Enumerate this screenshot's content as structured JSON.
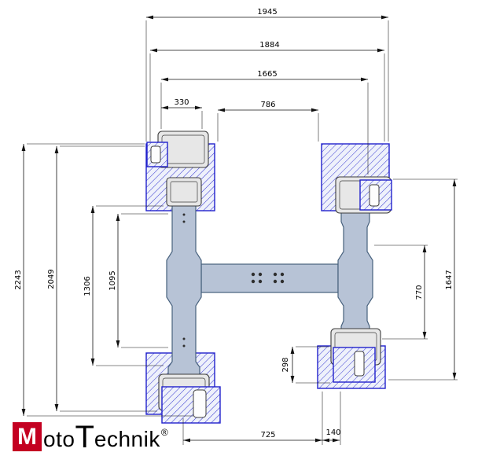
{
  "drawing": {
    "dimensions": {
      "overall_width": "1945",
      "frame_width": "1884",
      "inner_width": "1665",
      "pad_width": "330",
      "center_gap": "786",
      "overall_length": "2243",
      "frame_length": "2049",
      "left_arm_outer": "1306",
      "left_arm_inner": "1095",
      "right_arm_span": "770",
      "right_side_length": "1647",
      "pad_depth": "298",
      "bottom_span": "725",
      "bottom_offset": "140"
    },
    "colors": {
      "hatch_blue": "#2121cc",
      "frame_fill": "#b7c3d6",
      "frame_outline": "#47617d",
      "pad_fill": "#e7e7e7",
      "logo_red": "#c40021"
    }
  },
  "logo": {
    "m": "M",
    "oto": "oto",
    "t": "T",
    "echnik": "echnik",
    "registered": "®"
  }
}
